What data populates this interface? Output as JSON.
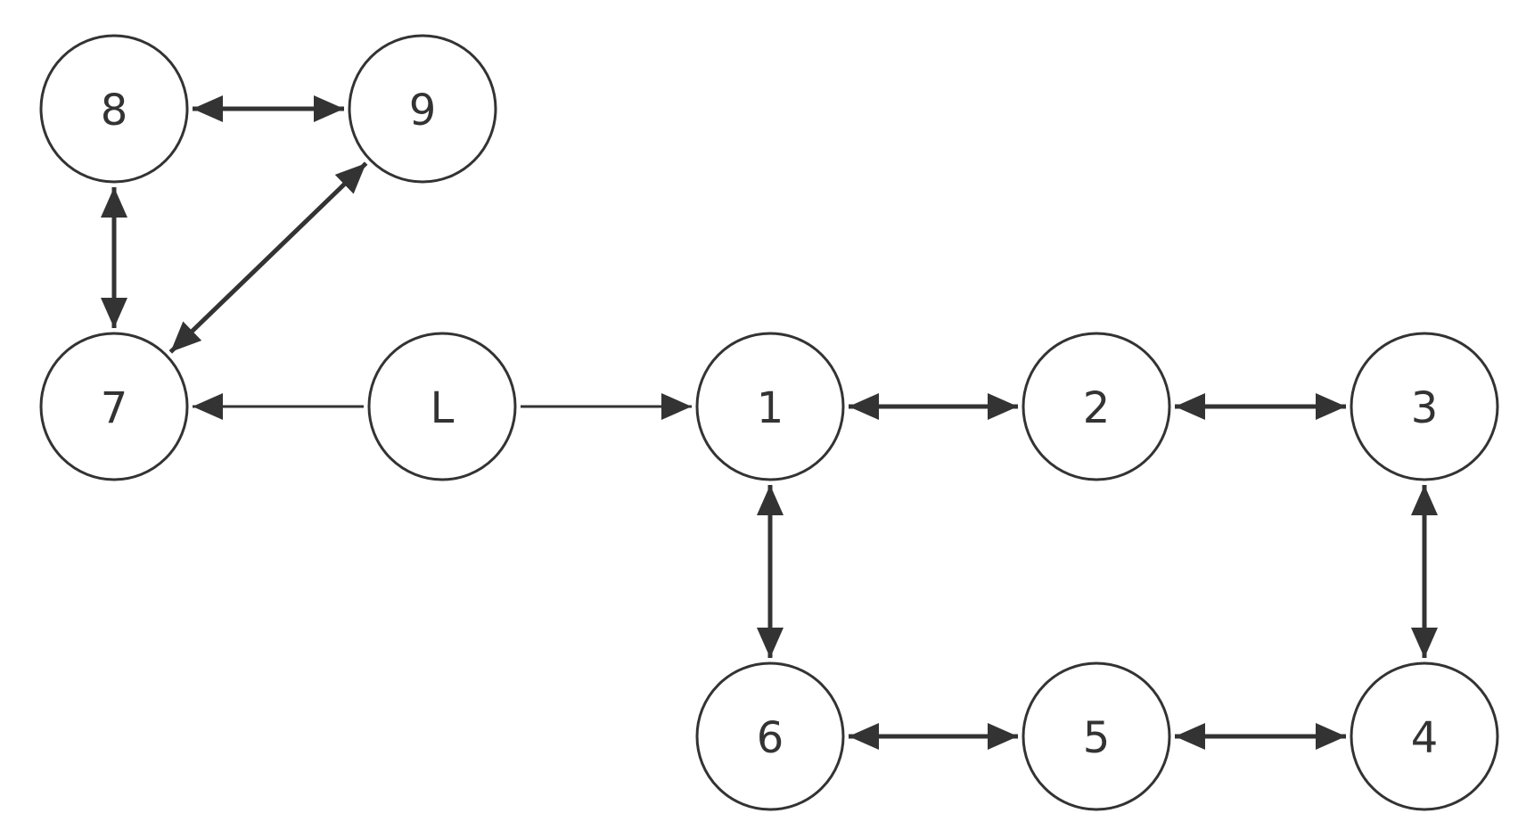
{
  "diagram": {
    "colors": {
      "stroke": "#333333",
      "fill": "#ffffff",
      "text": "#333333"
    },
    "nodes": [
      {
        "id": "8",
        "label": "8"
      },
      {
        "id": "9",
        "label": "9"
      },
      {
        "id": "7",
        "label": "7"
      },
      {
        "id": "L",
        "label": "L"
      },
      {
        "id": "1",
        "label": "1"
      },
      {
        "id": "2",
        "label": "2"
      },
      {
        "id": "3",
        "label": "3"
      },
      {
        "id": "6",
        "label": "6"
      },
      {
        "id": "5",
        "label": "5"
      },
      {
        "id": "4",
        "label": "4"
      }
    ],
    "edges": [
      {
        "from": "8",
        "to": "9",
        "bidirectional": true
      },
      {
        "from": "8",
        "to": "7",
        "bidirectional": true
      },
      {
        "from": "9",
        "to": "7",
        "bidirectional": true
      },
      {
        "from": "L",
        "to": "7",
        "bidirectional": false
      },
      {
        "from": "L",
        "to": "1",
        "bidirectional": false
      },
      {
        "from": "1",
        "to": "2",
        "bidirectional": true
      },
      {
        "from": "2",
        "to": "3",
        "bidirectional": true
      },
      {
        "from": "1",
        "to": "6",
        "bidirectional": true
      },
      {
        "from": "3",
        "to": "4",
        "bidirectional": true
      },
      {
        "from": "6",
        "to": "5",
        "bidirectional": true
      },
      {
        "from": "5",
        "to": "4",
        "bidirectional": true
      }
    ]
  }
}
